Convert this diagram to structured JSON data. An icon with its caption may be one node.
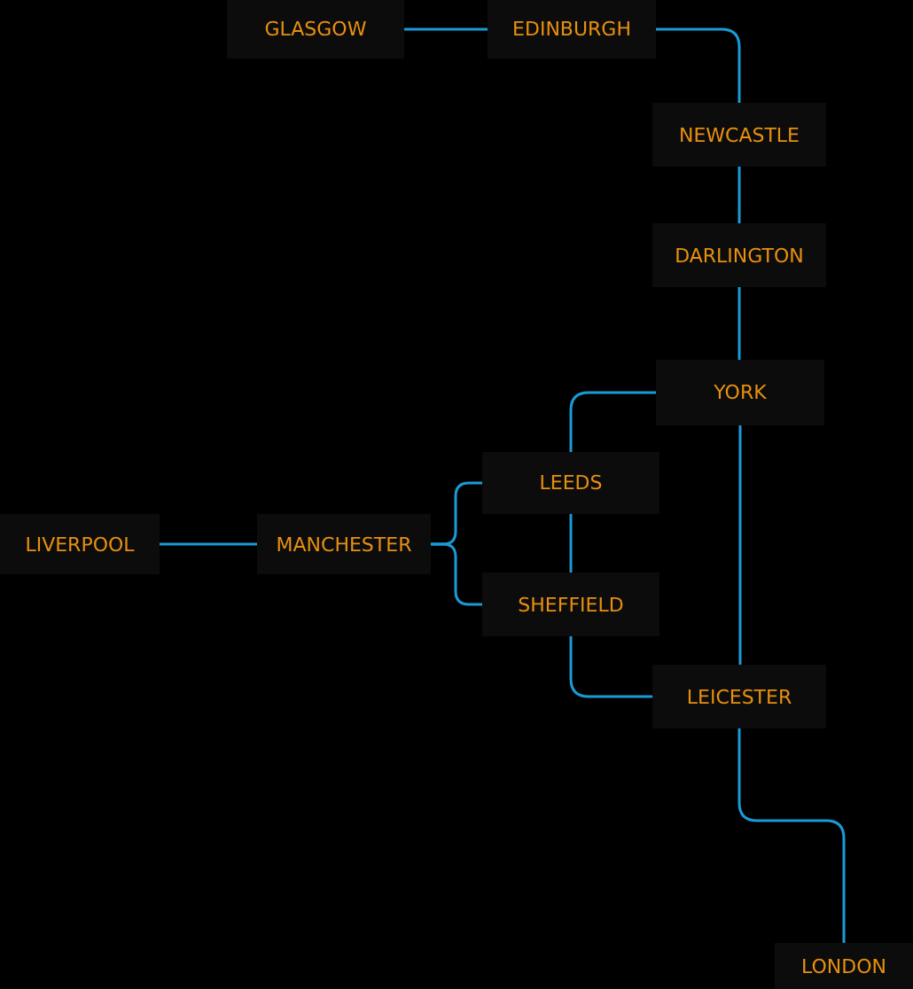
{
  "diagram": {
    "nodes": [
      {
        "text": [
          "GLASGOW"
        ]
      },
      {
        "text": [
          "EDINBURGH"
        ]
      },
      {
        "text": [
          "NEWCASTLE"
        ]
      },
      {
        "text": [
          "DARLINGTON"
        ]
      },
      {
        "text": [
          "YORK"
        ]
      },
      {
        "text": [
          "LEEDS"
        ]
      },
      {
        "text": [
          "LIVERPOOL"
        ]
      },
      {
        "text": [
          "MANCHESTER"
        ]
      },
      {
        "text": [
          "SHEFFIELD"
        ]
      },
      {
        "text": [
          "LEICESTER"
        ]
      },
      {
        "text": [
          "LONDON"
        ]
      }
    ],
    "edges": [
      {
        "from": 0,
        "to": 1,
        "arrow": "none"
      },
      {
        "from": 1,
        "to": 2,
        "arrow": "none"
      },
      {
        "from": 2,
        "to": 3,
        "arrow": "none"
      },
      {
        "from": 3,
        "to": 4,
        "arrow": "none"
      },
      {
        "from": 4,
        "to": 9,
        "arrow": "none"
      },
      {
        "from": 5,
        "to": 4,
        "arrow": "none"
      },
      {
        "from": 5,
        "to": 8,
        "arrow": "none"
      },
      {
        "from": 8,
        "to": 9,
        "arrow": "none"
      },
      {
        "from": 6,
        "to": 7,
        "arrow": "none"
      },
      {
        "from": 7,
        "to": 5,
        "arrow": "none"
      },
      {
        "from": 7,
        "to": 8,
        "arrow": "none"
      },
      {
        "from": 9,
        "to": 10,
        "arrow": "none"
      }
    ]
  }
}
